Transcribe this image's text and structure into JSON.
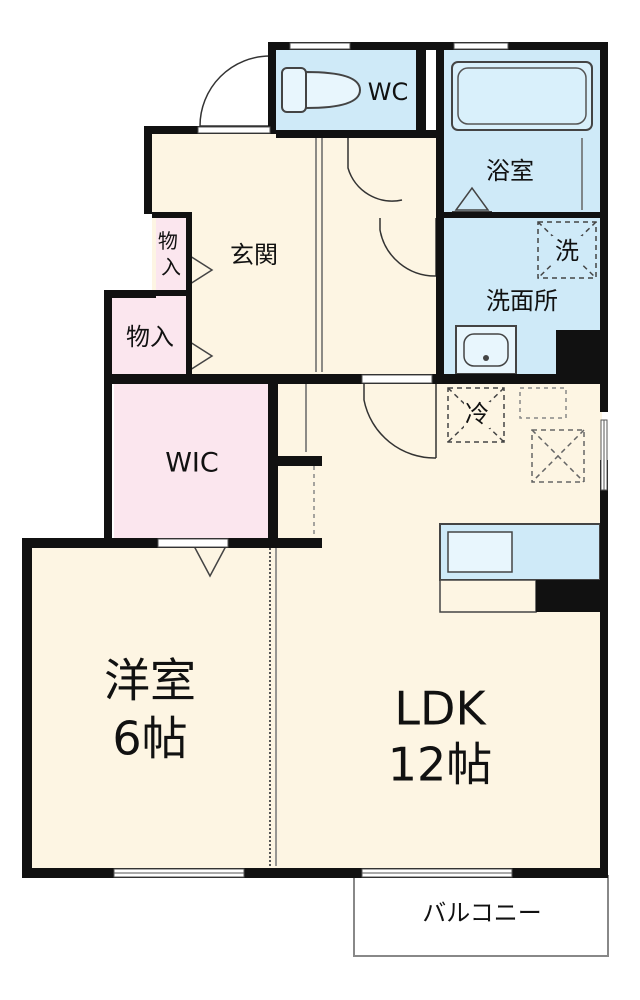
{
  "colors": {
    "floor": "#fdf5e3",
    "wet_area": "#cfeaf8",
    "closet": "#fbe6ee",
    "wall": "#111111",
    "balcony": "#ffffff"
  },
  "rooms": {
    "wc": {
      "label": "WC"
    },
    "bath": {
      "label": "浴室"
    },
    "wash_machine": {
      "label": "洗"
    },
    "washroom": {
      "label": "洗面所"
    },
    "entrance": {
      "label": "玄関"
    },
    "storage_small": {
      "label": "物入"
    },
    "storage": {
      "label": "物入"
    },
    "wic": {
      "label": "WIC"
    },
    "fridge": {
      "label": "冷"
    },
    "bedroom": {
      "label": "洋室",
      "size": "6帖"
    },
    "ldk": {
      "label": "LDK",
      "size": "12帖"
    },
    "balcony": {
      "label": "バルコニー"
    }
  }
}
